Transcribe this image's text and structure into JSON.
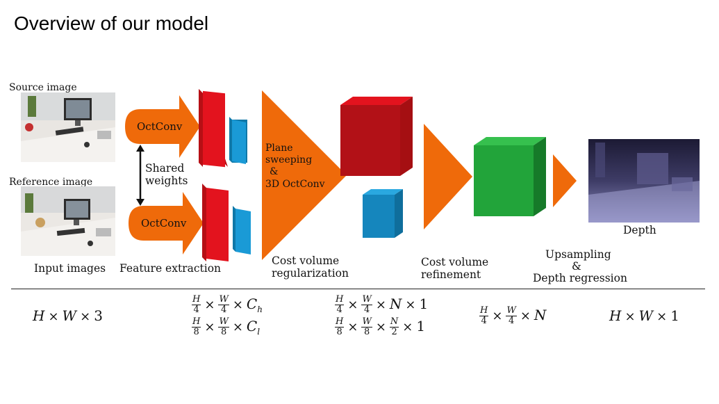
{
  "title": "Overview of our model",
  "inputs": {
    "source_label": "Source image",
    "reference_label": "Reference image",
    "caption": "Input images"
  },
  "feature": {
    "octconv_top": "OctConv",
    "octconv_bottom": "OctConv",
    "shared_line1": "Shared",
    "shared_line2": "weights",
    "caption": "Feature extraction"
  },
  "regularization": {
    "inner_line1": "Plane",
    "inner_line2": "sweeping",
    "inner_line3": "&",
    "inner_line4": "3D OctConv",
    "caption_line1": "Cost volume",
    "caption_line2": "regularization"
  },
  "refinement": {
    "caption_line1": "Cost volume",
    "caption_line2": "refinement"
  },
  "upsampling": {
    "caption_line1": "Upsampling",
    "caption_line2": "&",
    "caption_line3": "Depth regression"
  },
  "output": {
    "caption": "Depth"
  },
  "dims": {
    "input": [
      "H",
      "×",
      "W",
      "×",
      "3"
    ],
    "feature_high": {
      "n1": "H",
      "d1": "4",
      "n2": "W",
      "d2": "4",
      "times": "×",
      "c": "C",
      "sub": "h"
    },
    "feature_low": {
      "n1": "H",
      "d1": "8",
      "n2": "W",
      "d2": "8",
      "times": "×",
      "c": "C",
      "sub": "l"
    },
    "cost_high": {
      "n1": "H",
      "d1": "4",
      "n2": "W",
      "d2": "4",
      "times": "×",
      "n": "N",
      "one": "1"
    },
    "cost_low": {
      "n1": "H",
      "d1": "8",
      "n2": "W",
      "d2": "8",
      "n3": "N",
      "d3": "2",
      "times": "×",
      "one": "1"
    },
    "refine": {
      "n1": "H",
      "d1": "4",
      "n2": "W",
      "d2": "4",
      "times": "×",
      "n": "N"
    },
    "output": [
      "H",
      "×",
      "W",
      "×",
      "1"
    ]
  },
  "colors": {
    "orange": "#ef6a0a",
    "red": "#e3131e",
    "dark_red": "#a50f12",
    "blue": "#1a9ad6",
    "green": "#22a43a"
  }
}
